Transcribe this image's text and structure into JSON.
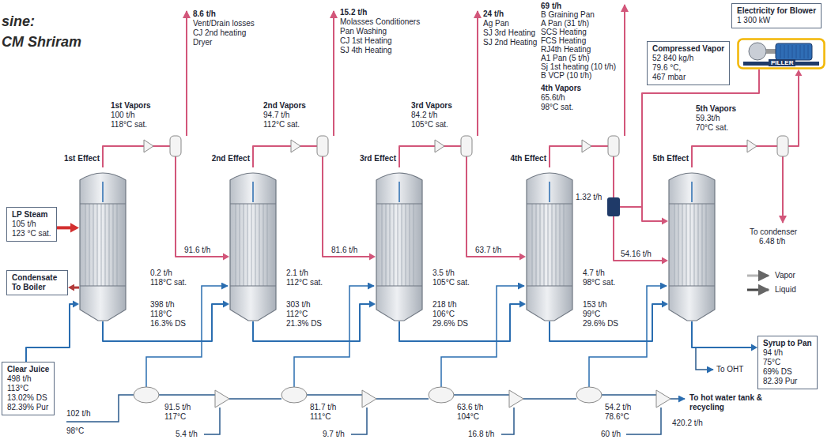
{
  "diagram": {
    "nodes": [
      {
        "text": [
          "Electricity for Blower",
          "1 300 kW"
        ]
      },
      {
        "text": [
          "Compressed Vapor",
          "52 840 kg/h",
          "79.6 °C,",
          "467 mbar"
        ]
      },
      {
        "text": [
          "PILLER"
        ]
      },
      {
        "text": [
          "1st Effect"
        ]
      },
      {
        "text": [
          "2nd Effect"
        ]
      },
      {
        "text": [
          "3rd Effect"
        ]
      },
      {
        "text": [
          "4th Effect"
        ]
      },
      {
        "text": [
          "5th Effect"
        ]
      },
      {
        "text": [
          "LP Steam",
          "105 t/h",
          "123 °C sat."
        ]
      },
      {
        "text": [
          "Condensate To Boiler"
        ]
      },
      {
        "text": [
          "Clear Juice",
          "498 t/h",
          "113°C",
          "13.02% DS",
          "82.39% Pur"
        ]
      },
      {
        "text": [
          "Syrup to Pan",
          "94 t/h",
          "75°C",
          "69% DS",
          "82.39 Pur"
        ]
      }
    ],
    "edges": [
      {
        "from": 8,
        "to": 3,
        "arrow": "to"
      },
      {
        "from": 3,
        "to": 9,
        "arrow": "to"
      },
      {
        "from": 3,
        "to": 4,
        "arrow": "to",
        "label": "91.6 t/h"
      },
      {
        "from": 4,
        "to": 5,
        "arrow": "to",
        "label": "81.6 t/h"
      },
      {
        "from": 5,
        "to": 6,
        "arrow": "to",
        "label": "63.7 t/h"
      },
      {
        "from": 6,
        "to": 7,
        "arrow": "to",
        "label": "54.16 t/h"
      },
      {
        "from": 7,
        "to": 2,
        "arrow": "to"
      },
      {
        "from": 2,
        "to": 7,
        "arrow": "to"
      },
      {
        "from": 10,
        "to": 3,
        "arrow": "to"
      },
      {
        "from": 3,
        "to": 4,
        "arrow": "to"
      },
      {
        "from": 4,
        "to": 5,
        "arrow": "to"
      },
      {
        "from": 5,
        "to": 6,
        "arrow": "to"
      },
      {
        "from": 6,
        "to": 7,
        "arrow": "to"
      },
      {
        "from": 7,
        "to": 11,
        "arrow": "to"
      }
    ],
    "labels": [
      "sine:",
      "CM Shriram",
      "8.6 t/h",
      "Vent/Drain losses",
      "CJ 2nd heating",
      "Dryer",
      "15.2 t/h",
      "Molasses Conditioners",
      "Pan Washing",
      "CJ 1st Heating",
      "SJ 4th Heating",
      "24 t/h",
      "Ag Pan",
      "SJ 3rd Heating",
      "SJ 2nd Heating",
      "69 t/h",
      "B Graining Pan",
      "A Pan (31 t/h)",
      "SCS Heating",
      "FCS Heating",
      "RJ4th Heating",
      "A1 Pan (5 t/h)",
      "Sj 1st heating (10 t/h)",
      "B VCP (10 t/h)",
      "1st Vapors",
      "100 t/h",
      "118°C sat.",
      "2nd Vapors",
      "94.7 t/h",
      "112°C sat.",
      "3rd Vapors",
      "84.2 t/h",
      "105°C sat.",
      "4th Vapors",
      "65.6t/h",
      "98°C sat.",
      "5th Vapors",
      "59.3t/h",
      "70°C sat.",
      "1.32 t/h",
      "To condenser",
      "6.48 t/h",
      "0.2 t/h",
      "118°C sat.",
      "398 t/h",
      "118°C",
      "16.3% DS",
      "2.1 t/h",
      "112°C sat.",
      "303 t/h",
      "112°C",
      "21.3% DS",
      "3.5 t/h",
      "105°C sat.",
      "218 t/h",
      "106°C",
      "29.6% DS",
      "4.7 t/h",
      "98°C sat.",
      "153 t/h",
      "99°C",
      "29.6% DS",
      "91.5 t/h",
      "117°C",
      "81.7 t/h",
      "111°C",
      "63.6 t/h",
      "104°C",
      "54.2 t/h",
      "78.6°C",
      "To OHT",
      "102 t/h",
      "98°C",
      "5.4 t/h",
      "9.7 t/h",
      "16.8 t/h",
      "60 t/h",
      "420.2 t/h",
      "To hot water tank & recycling"
    ],
    "legend": [
      {
        "text": "Vapor"
      },
      {
        "text": "Liquid"
      }
    ]
  }
}
